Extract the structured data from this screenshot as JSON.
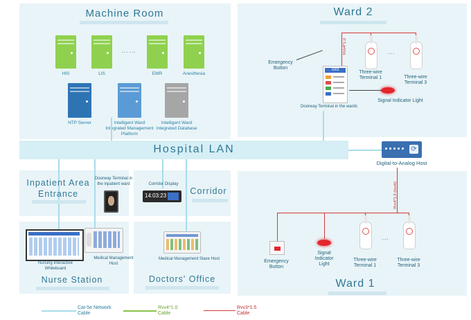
{
  "lan": {
    "label": "Hospital LAN"
  },
  "machine_room": {
    "title": "Machine Room",
    "servers": [
      {
        "label": "HIS",
        "color": "#8fd14f"
      },
      {
        "label": "LIS",
        "color": "#8fd14f"
      },
      {
        "label": "EMR",
        "color": "#8fd14f"
      },
      {
        "label": "Anesthesia",
        "color": "#8fd14f"
      }
    ],
    "ellipsis": "……",
    "ntp": {
      "label": "NTP Server",
      "color": "#2e74b5"
    },
    "platform": {
      "label": "Intelligent Ward Integrated Management Platform",
      "color": "#5b9bd5"
    },
    "database": {
      "label": "Intelligent Ward Integrated Database",
      "color": "#a6a6a6"
    }
  },
  "ward2": {
    "title": "Ward 2",
    "emergency_button": "Emergency Button",
    "cable_label": "Rvv4*1.0",
    "doorway_terminal": "Doorway Terminal in the wards",
    "screen_number": "1002",
    "terminal1": "Three-wire Terminal 1",
    "terminal3": "Three-wire Terminal 3",
    "ellipsis": "…",
    "signal_light": "Signal Indicator Light"
  },
  "digital_analog_host": {
    "label": "Digital-to-Analog Host",
    "cable_label": "Rvv4*1.0 (trunk)"
  },
  "inpatient": {
    "title_line1": "Inpatient Area",
    "title_line2": "Entrance",
    "doorway_terminal": "Doorway Terminal in the inpatient ward"
  },
  "corridor": {
    "title": "Corridor",
    "display_label": "Corridor Display",
    "display_time": "14:03:23"
  },
  "nurse_station": {
    "title": "Nurse Station",
    "whiteboard": "Nursing Interactive Whiteboard",
    "host": "Medical Management Host"
  },
  "doctors_office": {
    "title": "Doctors' Office",
    "slave_host": "Medical Management Slave Host"
  },
  "ward1": {
    "title": "Ward 1",
    "emergency_button": "Emergency Button",
    "signal_light": "Signal Indicator Light",
    "terminal1": "Three-wire Terminal 1",
    "terminal3": "Three-wire Terminal 3",
    "ellipsis": "…"
  },
  "legend": [
    {
      "label": "Cat-5e Network Cable",
      "color": "#a8dcea"
    },
    {
      "label": "Rvv4*1.0 Cable",
      "color": "#8bc34a"
    },
    {
      "label": "Rvv3*1.5 Cable",
      "color": "#d23a3a"
    }
  ]
}
